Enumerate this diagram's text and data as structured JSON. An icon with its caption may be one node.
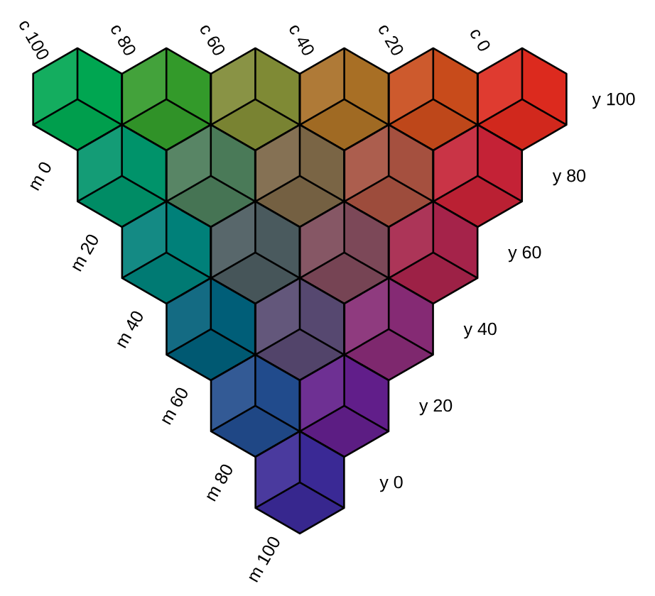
{
  "diagram": {
    "labels": [
      "c 100",
      "c 80",
      "c 60",
      "c 40",
      "c 20",
      "c 0",
      "y 100",
      "m 0",
      "y 80",
      "m 20",
      "y 60",
      "m 40",
      "y 40",
      "m 60",
      "y 20",
      "m 80",
      "y 0",
      "m 100"
    ]
  }
}
